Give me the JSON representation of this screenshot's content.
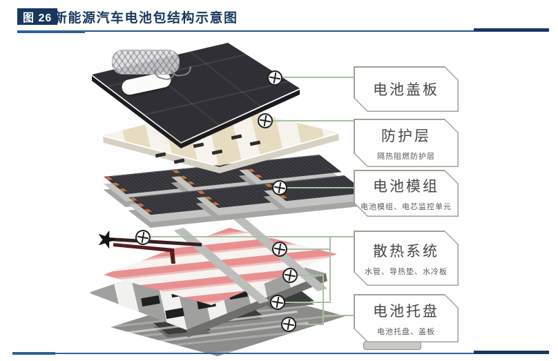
{
  "figure": {
    "tag": "图 26",
    "title": "新能源汽车电池包结构示意图"
  },
  "labels": [
    {
      "title": "电池盖板",
      "subtitle": ""
    },
    {
      "title": "防护层",
      "subtitle": "隔热阻燃防护层"
    },
    {
      "title": "电池模组",
      "subtitle": "电池模组、电芯监控单元"
    },
    {
      "title": "散热系统",
      "subtitle": "水管、导热垫、水冷板"
    },
    {
      "title": "电池托盘",
      "subtitle": "电池托盘、盖板"
    }
  ],
  "markers": {
    "symbol": "⊕",
    "count": 8
  },
  "colors": {
    "title_navy": "#17375e",
    "rule_blue": "#2e6096",
    "leader_green": "#a8c0a0",
    "callout_border": "#9aa394",
    "cover_plate": "#2f2f35",
    "protection_beige": "#e8dcc0",
    "module_dark": "#34343a",
    "cooling_pink": "#e89090",
    "tray_gray": "#8c8c8a"
  }
}
